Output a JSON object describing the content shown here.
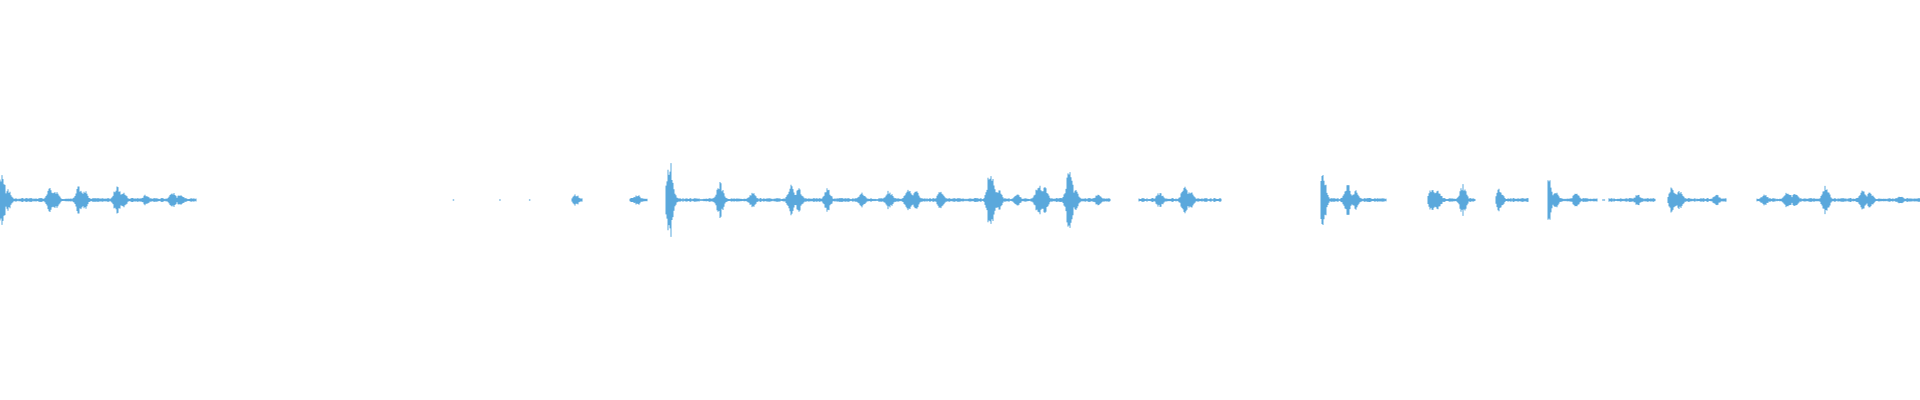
{
  "waveform": {
    "color": "#5aa8dc",
    "background": "#ffffff",
    "segments": [
      [
        0.0,
        0.102
      ],
      [
        0.298,
        0.303
      ],
      [
        0.328,
        0.337
      ],
      [
        0.347,
        0.578
      ],
      [
        0.593,
        0.636
      ],
      [
        0.688,
        0.722
      ],
      [
        0.744,
        0.768
      ],
      [
        0.779,
        0.796
      ],
      [
        0.806,
        0.832
      ],
      [
        0.838,
        0.862
      ],
      [
        0.869,
        0.899
      ],
      [
        0.915,
        1.0
      ]
    ],
    "bursts": [
      {
        "t": 0.001,
        "a": 0.13
      },
      {
        "t": 0.004,
        "a": 0.06
      },
      {
        "t": 0.026,
        "a": 0.07
      },
      {
        "t": 0.029,
        "a": 0.05
      },
      {
        "t": 0.041,
        "a": 0.07
      },
      {
        "t": 0.044,
        "a": 0.05
      },
      {
        "t": 0.061,
        "a": 0.08
      },
      {
        "t": 0.064,
        "a": 0.05
      },
      {
        "t": 0.076,
        "a": 0.03
      },
      {
        "t": 0.09,
        "a": 0.04
      },
      {
        "t": 0.094,
        "a": 0.03
      },
      {
        "t": 0.3,
        "a": 0.03
      },
      {
        "t": 0.332,
        "a": 0.03
      },
      {
        "t": 0.349,
        "a": 0.2
      },
      {
        "t": 0.375,
        "a": 0.09
      },
      {
        "t": 0.392,
        "a": 0.04
      },
      {
        "t": 0.412,
        "a": 0.08
      },
      {
        "t": 0.416,
        "a": 0.06
      },
      {
        "t": 0.431,
        "a": 0.06
      },
      {
        "t": 0.449,
        "a": 0.04
      },
      {
        "t": 0.463,
        "a": 0.05
      },
      {
        "t": 0.473,
        "a": 0.07
      },
      {
        "t": 0.477,
        "a": 0.05
      },
      {
        "t": 0.49,
        "a": 0.05
      },
      {
        "t": 0.516,
        "a": 0.17
      },
      {
        "t": 0.52,
        "a": 0.06
      },
      {
        "t": 0.53,
        "a": 0.03
      },
      {
        "t": 0.541,
        "a": 0.09
      },
      {
        "t": 0.544,
        "a": 0.07
      },
      {
        "t": 0.557,
        "a": 0.16
      },
      {
        "t": 0.56,
        "a": 0.06
      },
      {
        "t": 0.572,
        "a": 0.03
      },
      {
        "t": 0.604,
        "a": 0.04
      },
      {
        "t": 0.617,
        "a": 0.07
      },
      {
        "t": 0.62,
        "a": 0.05
      },
      {
        "t": 0.689,
        "a": 0.14
      },
      {
        "t": 0.702,
        "a": 0.08
      },
      {
        "t": 0.706,
        "a": 0.05
      },
      {
        "t": 0.746,
        "a": 0.07
      },
      {
        "t": 0.749,
        "a": 0.05
      },
      {
        "t": 0.762,
        "a": 0.08
      },
      {
        "t": 0.781,
        "a": 0.06
      },
      {
        "t": 0.806,
        "a": 0.14
      },
      {
        "t": 0.81,
        "a": 0.05
      },
      {
        "t": 0.821,
        "a": 0.04
      },
      {
        "t": 0.853,
        "a": 0.03
      },
      {
        "t": 0.871,
        "a": 0.07
      },
      {
        "t": 0.875,
        "a": 0.05
      },
      {
        "t": 0.894,
        "a": 0.03
      },
      {
        "t": 0.919,
        "a": 0.03
      },
      {
        "t": 0.931,
        "a": 0.05
      },
      {
        "t": 0.935,
        "a": 0.04
      },
      {
        "t": 0.951,
        "a": 0.08
      },
      {
        "t": 0.97,
        "a": 0.05
      },
      {
        "t": 0.974,
        "a": 0.04
      },
      {
        "t": 0.99,
        "a": 0.02
      }
    ]
  }
}
